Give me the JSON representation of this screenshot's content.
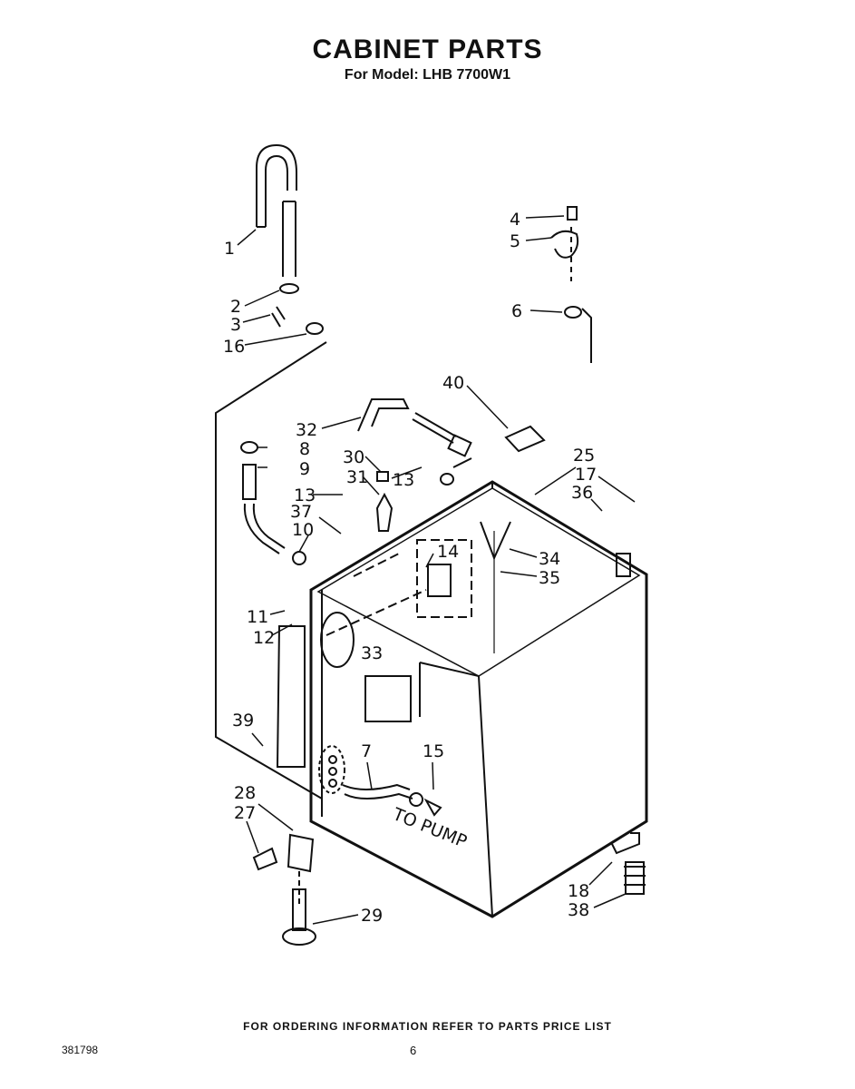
{
  "header": {
    "title": "CABINET PARTS",
    "subtitle": "For Model: LHB 7700W1"
  },
  "diagram": {
    "callouts": [
      "1",
      "2",
      "3",
      "16",
      "4",
      "5",
      "6",
      "40",
      "32",
      "8",
      "9",
      "30",
      "31",
      "13",
      "13",
      "37",
      "10",
      "11",
      "12",
      "14",
      "33",
      "25",
      "17",
      "36",
      "34",
      "35",
      "39",
      "7",
      "15",
      "28",
      "27",
      "29",
      "18",
      "38"
    ],
    "annotation": "TO PUMP"
  },
  "footer": {
    "ordering_note": "FOR ORDERING INFORMATION REFER TO PARTS PRICE LIST",
    "part_number": "381798",
    "page_number": "6"
  }
}
